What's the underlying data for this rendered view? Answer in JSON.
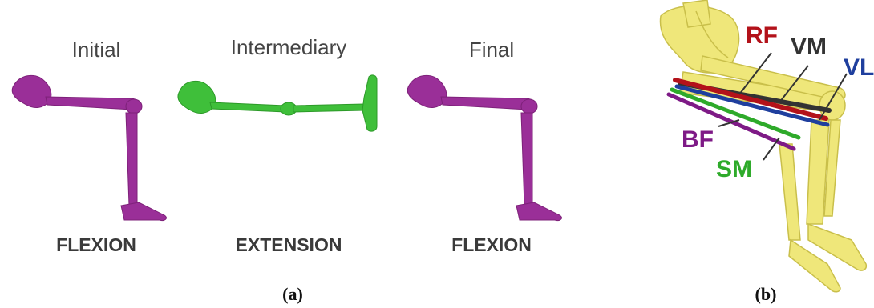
{
  "panel_a": {
    "label": "(a)",
    "phases": [
      {
        "title": "Initial",
        "state": "FLEXION",
        "color": "#9a2f98"
      },
      {
        "title": "Intermediary",
        "state": "EXTENSION",
        "color": "#3fbf3a"
      },
      {
        "title": "Final",
        "state": "FLEXION",
        "color": "#9a2f98"
      }
    ]
  },
  "panel_b": {
    "label": "(b)",
    "bone_color": "#efe77a",
    "muscles": [
      {
        "abbr": "RF",
        "color": "#b3121a"
      },
      {
        "abbr": "VM",
        "color": "#333333"
      },
      {
        "abbr": "VL",
        "color": "#1f3f9e"
      },
      {
        "abbr": "BF",
        "color": "#7e1a86"
      },
      {
        "abbr": "SM",
        "color": "#2eaa2a"
      }
    ]
  }
}
